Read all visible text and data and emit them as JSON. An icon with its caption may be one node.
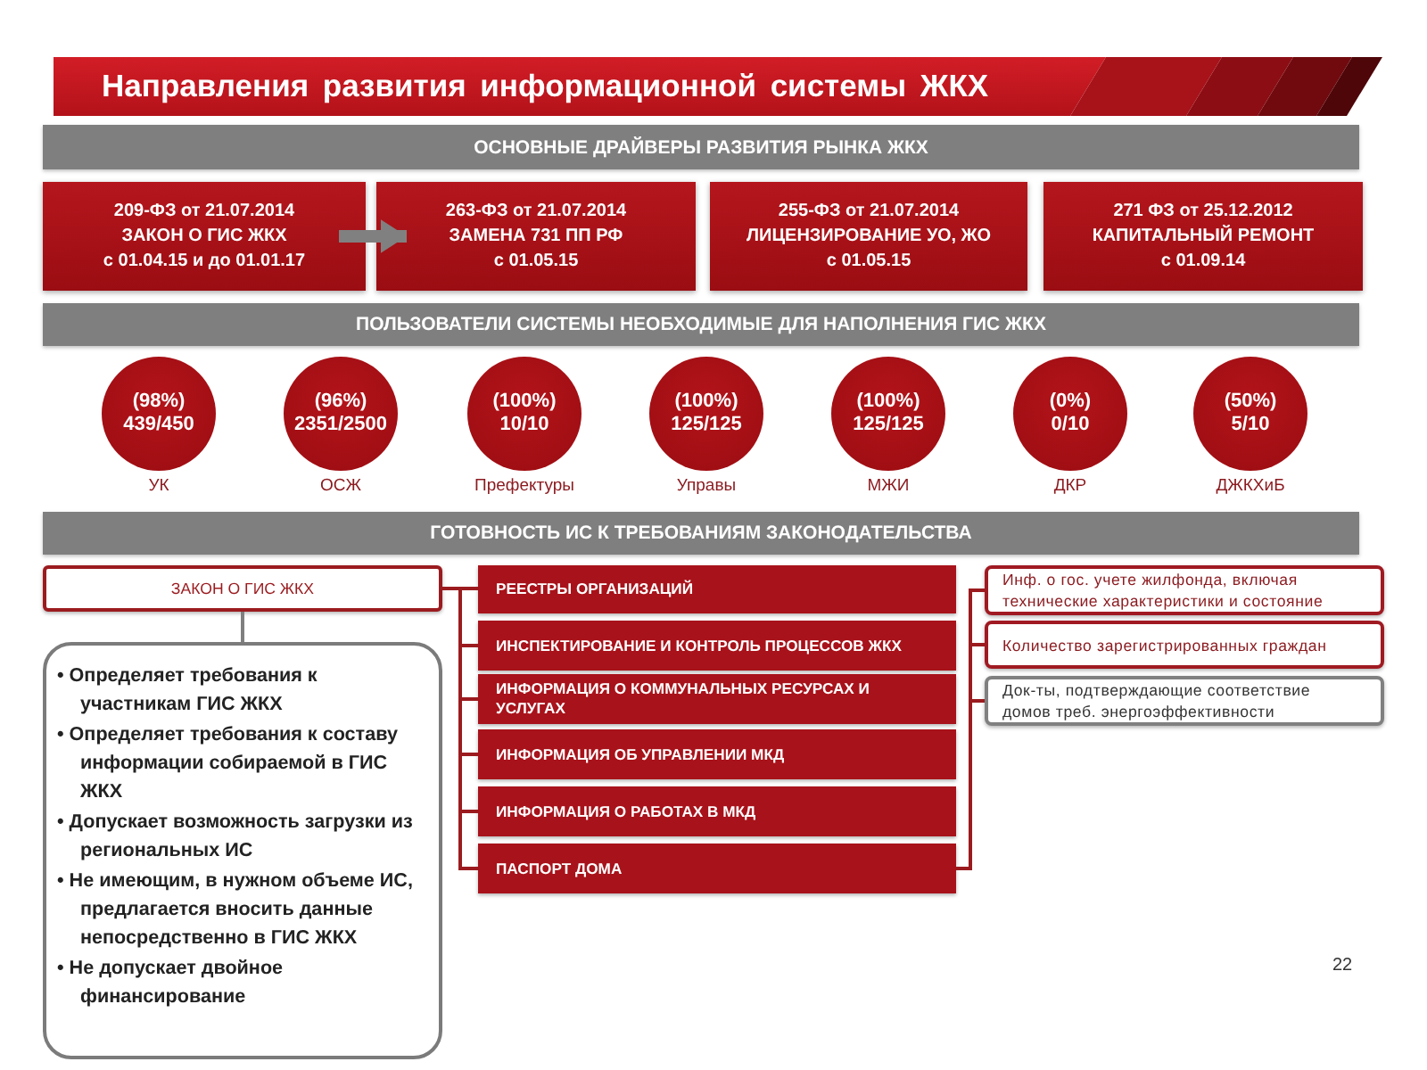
{
  "diagram": {
    "title": "Направления развития информационной системы ЖКХ",
    "nodes": [
      {
        "text": [
          "ОСНОВНЫЕ ДРАЙВЕРЫ РАЗВИТИЯ РЫНКА ЖКХ"
        ]
      },
      {
        "text": [
          "209-ФЗ от 21.07.2014",
          "ЗАКОН О ГИС ЖКХ",
          "с 01.04.15 и до 01.01.17"
        ]
      },
      {
        "text": [
          "263-ФЗ от 21.07.2014",
          "ЗАМЕНА 731 ПП РФ",
          "с 01.05.15"
        ]
      },
      {
        "text": [
          "255-ФЗ от 21.07.2014",
          "ЛИЦЕНЗИРОВАНИЕ УО, ЖО",
          "с 01.05.15"
        ]
      },
      {
        "text": [
          "271 ФЗ от 25.12.2012",
          "КАПИТАЛЬНЫЙ РЕМОНТ",
          "с 01.09.14"
        ]
      },
      {
        "text": [
          "ПОЛЬЗОВАТЕЛИ СИСТЕМЫ НЕОБХОДИМЫЕ ДЛЯ НАПОЛНЕНИЯ ГИС ЖКХ"
        ]
      },
      {
        "text": [
          "(98%)",
          "439/450"
        ],
        "beside": [
          "УК"
        ]
      },
      {
        "text": [
          "(96%)",
          "2351/2500"
        ],
        "beside": [
          "ОСЖ"
        ]
      },
      {
        "text": [
          "(100%)",
          "10/10"
        ],
        "beside": [
          "Префектуры"
        ]
      },
      {
        "text": [
          "(100%)",
          "125/125"
        ],
        "beside": [
          "Управы"
        ]
      },
      {
        "text": [
          "(100%)",
          "125/125"
        ],
        "beside": [
          "МЖИ"
        ]
      },
      {
        "text": [
          "(0%)",
          "0/10"
        ],
        "beside": [
          "ДКР"
        ]
      },
      {
        "text": [
          "(50%)",
          "5/10"
        ],
        "beside": [
          "ДЖКХиБ"
        ]
      },
      {
        "text": [
          "ГОТОВНОСТЬ ИС К ТРЕБОВАНИЯМ ЗАКОНОДАТЕЛЬСТВА"
        ]
      },
      {
        "text": [
          "ЗАКОН О ГИС ЖКХ"
        ]
      },
      {
        "text": [
          "• Определяет требования к участникам ГИС ЖКХ",
          "• Определяет требования к составу информации собираемой в ГИС ЖКХ",
          "• Допускает возможность загрузки из региональных ИС",
          "• Не имеющим, в нужном объеме ИС, предлагается вносить данные непосредственно в ГИС ЖКХ",
          "• Не допускает двойное финансирование"
        ]
      },
      {
        "text": [
          "РЕЕСТРЫ ОРГАНИЗАЦИЙ"
        ]
      },
      {
        "text": [
          "ИНСПЕКТИРОВАНИЕ И КОНТРОЛЬ ПРОЦЕССОВ ЖКХ"
        ]
      },
      {
        "text": [
          "ИНФОРМАЦИЯ О КОММУНАЛЬНЫХ РЕСУРСАХ И УСЛУГАХ"
        ]
      },
      {
        "text": [
          "ИНФОРМАЦИЯ ОБ УПРАВЛЕНИИ МКД"
        ]
      },
      {
        "text": [
          "ИНФОРМАЦИЯ О РАБОТАХ В МКД"
        ]
      },
      {
        "text": [
          "ПАСПОРТ ДОМА"
        ]
      },
      {
        "text": [
          "Инф. о гос. учете жилфонда, включая технические характеристики и состояние"
        ]
      },
      {
        "text": [
          "Количество зарегистрированных граждан"
        ]
      },
      {
        "text": [
          "Док-ты, подтверждающие соответствие домов треб. энергоэффективности"
        ]
      }
    ],
    "edges": [
      {
        "from": 1,
        "to": 2,
        "arrow": "to",
        "style": "thick",
        "color": "#808080"
      },
      {
        "from": 14,
        "to": 15,
        "arrow": "none",
        "color": "#7f7f7f"
      },
      {
        "from": 14,
        "to": 16,
        "arrow": "none"
      },
      {
        "from": 14,
        "to": 17,
        "arrow": "none"
      },
      {
        "from": 14,
        "to": 18,
        "arrow": "none"
      },
      {
        "from": 14,
        "to": 19,
        "arrow": "none"
      },
      {
        "from": 14,
        "to": 20,
        "arrow": "none"
      },
      {
        "from": 14,
        "to": 21,
        "arrow": "none"
      },
      {
        "from": 21,
        "to": 22,
        "arrow": "none"
      },
      {
        "from": 21,
        "to": 23,
        "arrow": "none"
      },
      {
        "from": 21,
        "to": 24,
        "arrow": "none"
      }
    ],
    "labels": [
      "22"
    ]
  }
}
